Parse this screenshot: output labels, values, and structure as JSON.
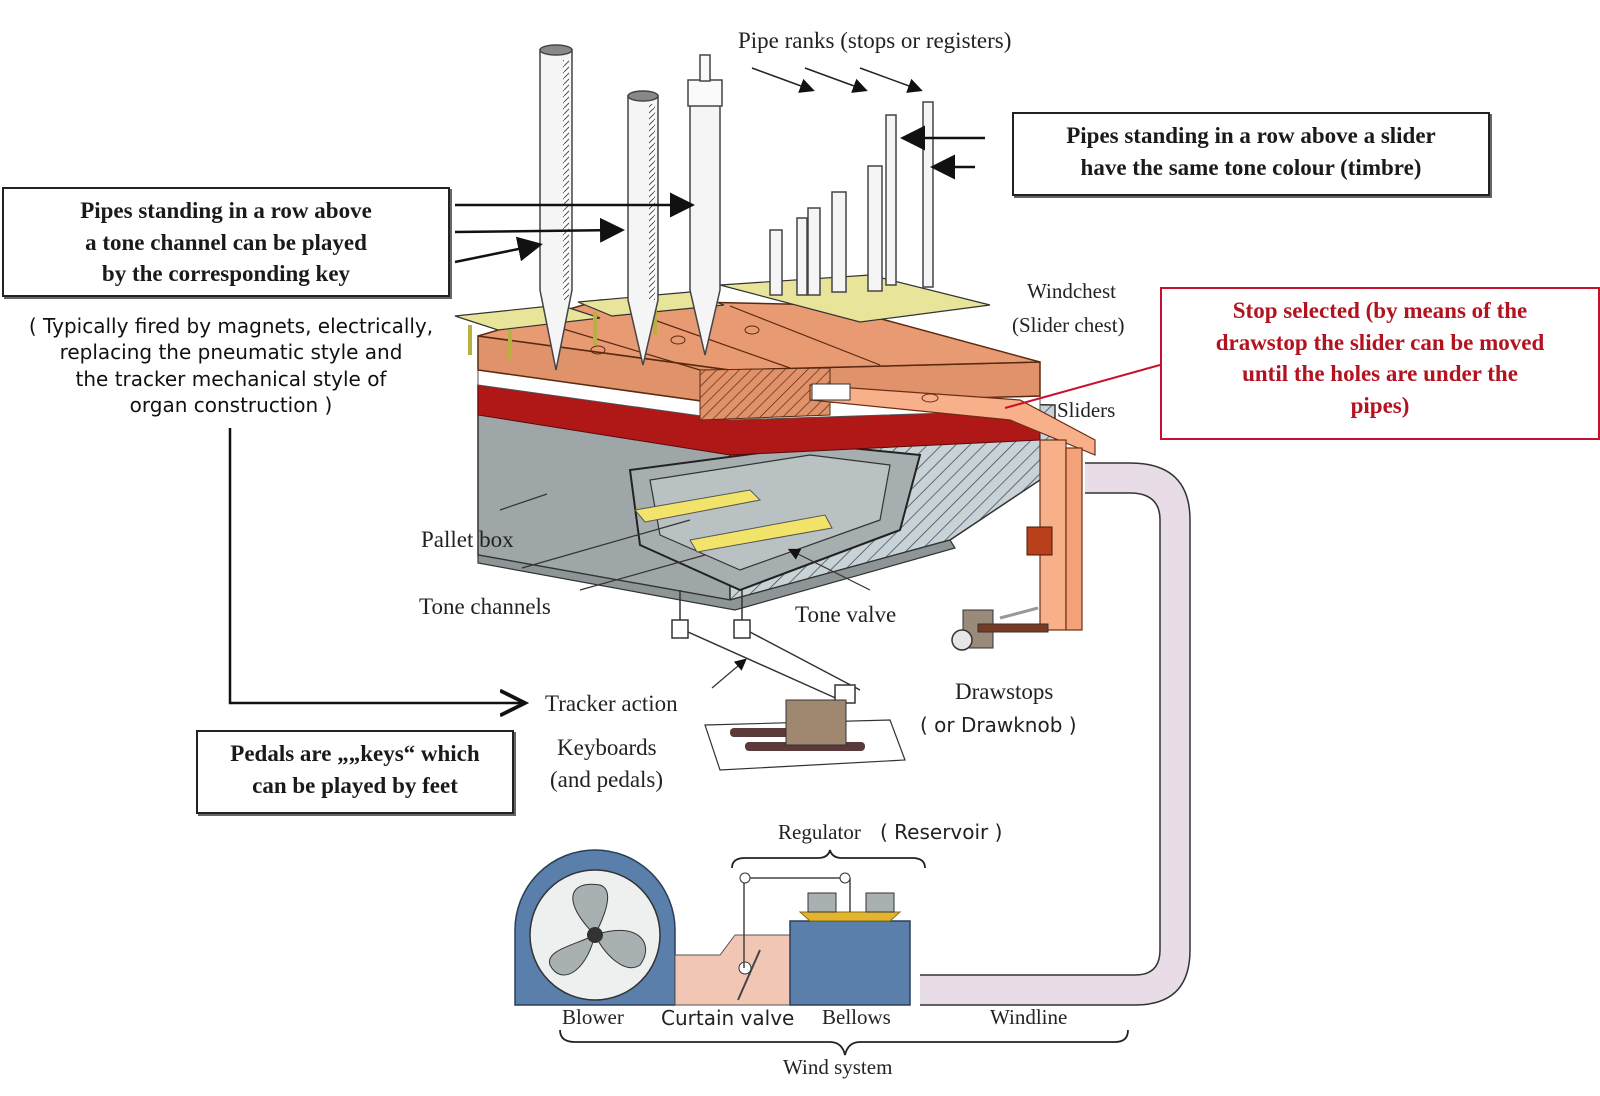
{
  "title_label": "Pipe ranks (stops or registers)",
  "callouts": {
    "tone_channel_box": [
      "Pipes standing in a row above",
      "a tone channel can be played",
      "by the corresponding key"
    ],
    "tone_channel_note": [
      "( Typically fired by magnets, electrically,",
      "replacing the pneumatic style and",
      "the tracker mechanical style of",
      "organ construction )"
    ],
    "slider_box": [
      "Pipes standing in a row above a slider",
      "have the same tone colour (timbre)"
    ],
    "stop_selected_box": [
      "Stop selected (by means of the",
      "drawstop the slider can be moved",
      "until the holes are under the",
      "pipes)"
    ],
    "pedals_box": [
      "Pedals are „„keys“ which",
      "can be played by feet"
    ]
  },
  "labels": {
    "windchest": "Windchest",
    "slider_chest": "(Slider chest)",
    "sliders": "Sliders",
    "pallet_box": "Pallet box",
    "tone_channels": "Tone channels",
    "tone_valve": "Tone valve",
    "tracker_action": "Tracker action",
    "keyboards": "Keyboards",
    "and_pedals": "(and pedals)",
    "drawstops": "Drawstops",
    "drawknob": "( or Drawknob )",
    "regulator": "Regulator",
    "reservoir": "( Reservoir )",
    "blower": "Blower",
    "curtain_valve": "Curtain valve",
    "bellows": "Bellows",
    "windline": "Windline",
    "wind_system": "Wind system"
  },
  "colors": {
    "accent_red": "#c8102e",
    "chest_copper": "#e0926a",
    "slider_red": "#b01818",
    "slider_peach": "#f7b08a",
    "pipe_board_yellow": "#e8e49a",
    "pallet_yellow": "#f2e36a",
    "gray_body": "#9ea6a8",
    "blower_blue": "#5a7fab",
    "windline_pink": "#e8dde6",
    "curtain_pink": "#f2c6b4"
  }
}
